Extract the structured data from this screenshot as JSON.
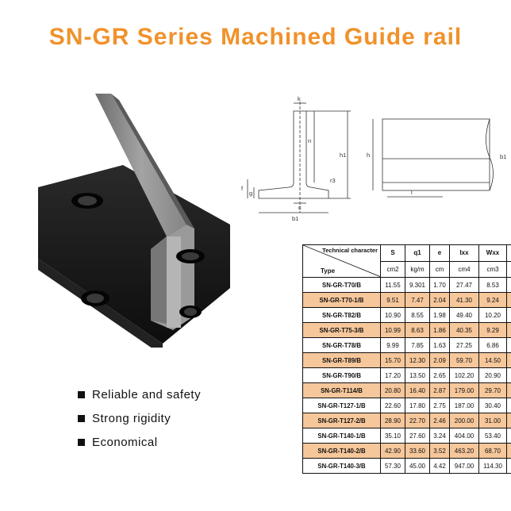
{
  "title": "SN-GR Series Machined Guide rail",
  "features": [
    "Reliable and safety",
    "Strong rigidity",
    "Economical"
  ],
  "drawing_labels": {
    "k": "k",
    "n": "n",
    "h1": "h1",
    "f": "f",
    "g": "g",
    "r3": "r3",
    "c": "c",
    "b1": "b1",
    "h": "h",
    "l": "l",
    "b": "b1"
  },
  "table": {
    "corner_top": "Technical character",
    "corner_bottom": "Type",
    "columns": [
      "S",
      "q1",
      "e",
      "Ixx",
      "Wxx"
    ],
    "units": [
      "cm2",
      "kg/m",
      "cm",
      "cm4",
      "cm3"
    ],
    "rows": [
      {
        "type": "SN-GR-T70/B",
        "values": [
          "11.55",
          "9.301",
          "1.70",
          "27.47",
          "8.53"
        ]
      },
      {
        "type": "SN-GR-T70-1/B",
        "values": [
          "9.51",
          "7.47",
          "2.04",
          "41.30",
          "9.24"
        ]
      },
      {
        "type": "SN-GR-T82/B",
        "values": [
          "10.90",
          "8.55",
          "1.98",
          "49.40",
          "10.20"
        ]
      },
      {
        "type": "SN-GR-T75-3/B",
        "values": [
          "10.99",
          "8.63",
          "1.86",
          "40.35",
          "9.29"
        ]
      },
      {
        "type": "SN-GR-T78/B",
        "values": [
          "9.99",
          "7.85",
          "1.63",
          "27.25",
          "6.86"
        ]
      },
      {
        "type": "SN-GR-T89/B",
        "values": [
          "15.70",
          "12.30",
          "2.09",
          "59.70",
          "14.50"
        ]
      },
      {
        "type": "SN-GR-T90/B",
        "values": [
          "17.20",
          "13.50",
          "2.65",
          "102.20",
          "20.90"
        ]
      },
      {
        "type": "SN-GR-T114/B",
        "values": [
          "20.80",
          "16.40",
          "2.87",
          "179.00",
          "29.70"
        ]
      },
      {
        "type": "SN-GR-T127-1/B",
        "values": [
          "22.60",
          "17.80",
          "2.75",
          "187.00",
          "30.40"
        ]
      },
      {
        "type": "SN-GR-T127-2/B",
        "values": [
          "28.90",
          "22.70",
          "2.46",
          "200.00",
          "31.00"
        ]
      },
      {
        "type": "SN-GR-T140-1/B",
        "values": [
          "35.10",
          "27.60",
          "3.24",
          "404.00",
          "53.40"
        ]
      },
      {
        "type": "SN-GR-T140-2/B",
        "values": [
          "42.90",
          "33.60",
          "3.52",
          "463.20",
          "68.70"
        ]
      },
      {
        "type": "SN-GR-T140-3/B",
        "values": [
          "57.30",
          "45.00",
          "4.42",
          "947.00",
          "114.30"
        ]
      }
    ]
  },
  "colors": {
    "title": "#f0922b",
    "row_highlight": "#f6c79b"
  }
}
